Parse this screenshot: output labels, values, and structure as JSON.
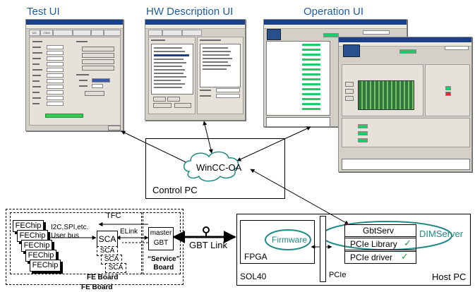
{
  "titles": {
    "test_ui": "Test UI",
    "hw_ui": "HW Description UI",
    "op_ui": "Operation UI"
  },
  "control_pc": {
    "label": "Control PC",
    "cloud_label": "WinCC-OA"
  },
  "fe": {
    "chips": [
      "FEChip",
      "FEChip",
      "FEChip",
      "FEChip",
      "FEChip"
    ],
    "bus_label": "I2C,SPI,etc.\nUser bus",
    "sca_main": "SCA",
    "sca_dashed": [
      "SCA",
      "SCA",
      "SCA"
    ],
    "tfc": "TFC",
    "elink": "ELink",
    "master_gbt": "master\nGBT",
    "fe_board": "FE Board",
    "fe_board_outer": "FE Board",
    "service_board": "“Service”\nBoard"
  },
  "link": {
    "label": "GBT Link"
  },
  "host": {
    "firmware": "Firmware",
    "fpga": "FPGA",
    "sol40": "SOL40",
    "pcie": "PCIe",
    "gbtserv": "GbtServ",
    "pcie_library": "PCIe Library",
    "pcie_driver": "PCIe driver",
    "check": "✓",
    "dimserver": "DIMServer",
    "host_pc": "Host PC"
  },
  "colors": {
    "ellipse": "#1e8a86",
    "title": "#1f5c9e",
    "check": "#2a9a3a"
  }
}
